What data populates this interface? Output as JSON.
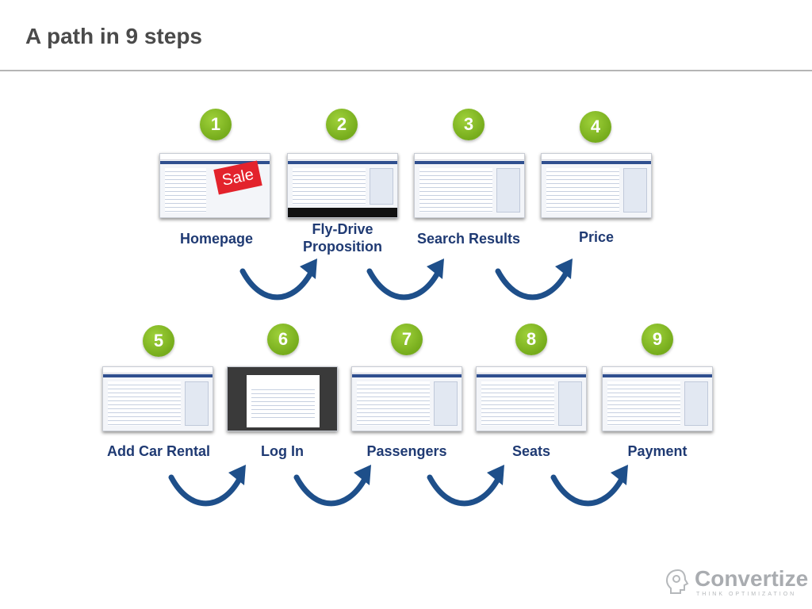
{
  "title": "A path in 9 steps",
  "steps": [
    {
      "number": "1",
      "label": "Homepage"
    },
    {
      "number": "2",
      "label": "Fly-Drive Proposition"
    },
    {
      "number": "3",
      "label": "Search Results"
    },
    {
      "number": "4",
      "label": "Price"
    },
    {
      "number": "5",
      "label": "Add Car Rental"
    },
    {
      "number": "6",
      "label": "Log In"
    },
    {
      "number": "7",
      "label": "Passengers"
    },
    {
      "number": "8",
      "label": "Seats"
    },
    {
      "number": "9",
      "label": "Payment"
    }
  ],
  "thumbnail_text": {
    "sale": "Sale"
  },
  "logo": {
    "name": "Convertize",
    "tagline": "THINK OPTIMIZATION"
  },
  "colors": {
    "badge": "#80b826",
    "label": "#1f3a73",
    "arrow": "#1e4f8a",
    "title": "#4a4a4a"
  },
  "icons": {
    "arrow": "curved-arrow-icon",
    "logo": "gear-head-icon"
  }
}
